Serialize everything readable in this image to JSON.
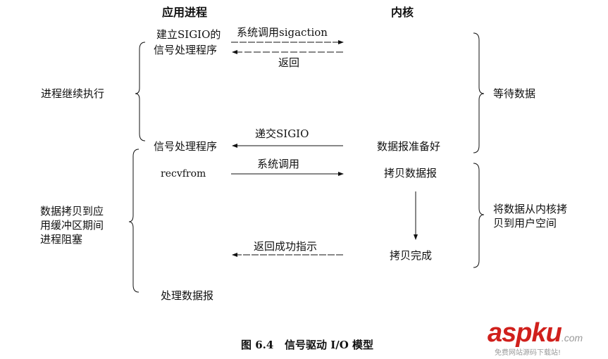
{
  "headers": {
    "app": "应用进程",
    "kernel": "内核"
  },
  "app_steps": {
    "setup_line1": "建立SIGIO的",
    "setup_line2": "信号处理程序",
    "handler": "信号处理程序",
    "recvfrom": "recvfrom",
    "process": "处理数据报"
  },
  "messages": {
    "sigaction": "系统调用sigaction",
    "return": "返回",
    "deliver": "递交SIGIO",
    "syscall": "系统调用",
    "success": "返回成功指示"
  },
  "kernel_steps": {
    "ready": "数据报准备好",
    "copy": "拷贝数据报",
    "done": "拷贝完成"
  },
  "left_phases": {
    "continue": "进程继续执行",
    "blocked": [
      "数据拷贝到应",
      "用缓冲区期间",
      "进程阻塞"
    ]
  },
  "right_phases": {
    "wait": "等待数据",
    "copy": [
      "将数据从内核拷",
      "贝到用户空间"
    ]
  },
  "caption": "图 6.4   信号驱动 I/O 模型",
  "watermark": {
    "brand": "aspku",
    "domain": ".com",
    "slogan": "免费网站源码下载站!"
  }
}
